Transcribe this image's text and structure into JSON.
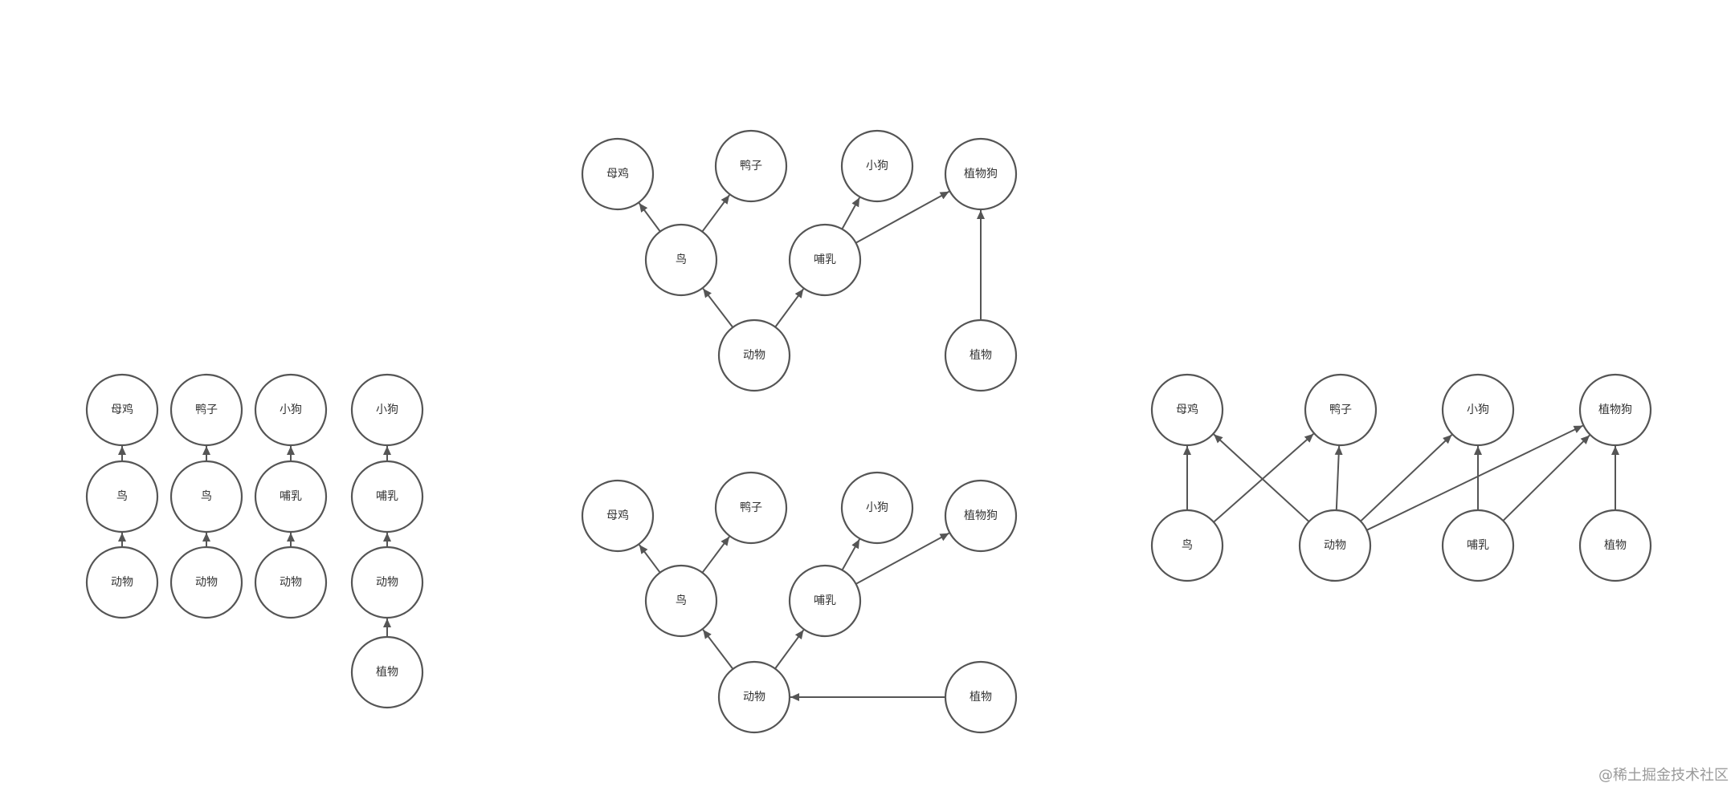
{
  "colors": {
    "stroke": "#555555",
    "label": "#333333",
    "background": "#ffffff",
    "watermark": "#9a9a9a"
  },
  "watermark": "@稀土掘金技术社区",
  "diagrams": [
    {
      "id": "left-chains",
      "nodes": [
        {
          "id": "a1",
          "label": "母鸡"
        },
        {
          "id": "a2",
          "label": "鸟"
        },
        {
          "id": "a3",
          "label": "动物"
        },
        {
          "id": "b1",
          "label": "鸭子"
        },
        {
          "id": "b2",
          "label": "鸟"
        },
        {
          "id": "b3",
          "label": "动物"
        },
        {
          "id": "c1",
          "label": "小狗"
        },
        {
          "id": "c2",
          "label": "哺乳"
        },
        {
          "id": "c3",
          "label": "动物"
        },
        {
          "id": "d1",
          "label": "小狗"
        },
        {
          "id": "d2",
          "label": "哺乳"
        },
        {
          "id": "d3",
          "label": "动物"
        },
        {
          "id": "d4",
          "label": "植物"
        }
      ],
      "edges": [
        {
          "from": "a3",
          "to": "a2"
        },
        {
          "from": "a2",
          "to": "a1"
        },
        {
          "from": "b3",
          "to": "b2"
        },
        {
          "from": "b2",
          "to": "b1"
        },
        {
          "from": "c3",
          "to": "c2"
        },
        {
          "from": "c2",
          "to": "c1"
        },
        {
          "from": "d4",
          "to": "d3"
        },
        {
          "from": "d3",
          "to": "d2"
        },
        {
          "from": "d2",
          "to": "d1"
        }
      ]
    },
    {
      "id": "middle-top",
      "nodes": [
        {
          "id": "t_hen",
          "label": "母鸡"
        },
        {
          "id": "t_duck",
          "label": "鸭子"
        },
        {
          "id": "t_puppy",
          "label": "小狗"
        },
        {
          "id": "t_plantdog",
          "label": "植物狗"
        },
        {
          "id": "t_bird",
          "label": "鸟"
        },
        {
          "id": "t_mammal",
          "label": "哺乳"
        },
        {
          "id": "t_animal",
          "label": "动物"
        },
        {
          "id": "t_plant",
          "label": "植物"
        }
      ],
      "edges": [
        {
          "from": "t_animal",
          "to": "t_bird"
        },
        {
          "from": "t_animal",
          "to": "t_mammal"
        },
        {
          "from": "t_bird",
          "to": "t_hen"
        },
        {
          "from": "t_bird",
          "to": "t_duck"
        },
        {
          "from": "t_mammal",
          "to": "t_puppy"
        },
        {
          "from": "t_mammal",
          "to": "t_plantdog"
        },
        {
          "from": "t_plant",
          "to": "t_plantdog"
        }
      ]
    },
    {
      "id": "middle-bottom",
      "nodes": [
        {
          "id": "m_hen",
          "label": "母鸡"
        },
        {
          "id": "m_duck",
          "label": "鸭子"
        },
        {
          "id": "m_puppy",
          "label": "小狗"
        },
        {
          "id": "m_plantdog",
          "label": "植物狗"
        },
        {
          "id": "m_bird",
          "label": "鸟"
        },
        {
          "id": "m_mammal",
          "label": "哺乳"
        },
        {
          "id": "m_animal",
          "label": "动物"
        },
        {
          "id": "m_plant",
          "label": "植物"
        }
      ],
      "edges": [
        {
          "from": "m_animal",
          "to": "m_bird"
        },
        {
          "from": "m_animal",
          "to": "m_mammal"
        },
        {
          "from": "m_bird",
          "to": "m_hen"
        },
        {
          "from": "m_bird",
          "to": "m_duck"
        },
        {
          "from": "m_mammal",
          "to": "m_puppy"
        },
        {
          "from": "m_mammal",
          "to": "m_plantdog"
        },
        {
          "from": "m_plant",
          "to": "m_animal"
        }
      ]
    },
    {
      "id": "right-flat",
      "nodes": [
        {
          "id": "r_hen",
          "label": "母鸡"
        },
        {
          "id": "r_duck",
          "label": "鸭子"
        },
        {
          "id": "r_puppy",
          "label": "小狗"
        },
        {
          "id": "r_plantdog",
          "label": "植物狗"
        },
        {
          "id": "r_bird",
          "label": "鸟"
        },
        {
          "id": "r_animal",
          "label": "动物"
        },
        {
          "id": "r_mammal",
          "label": "哺乳"
        },
        {
          "id": "r_plant",
          "label": "植物"
        }
      ],
      "edges": [
        {
          "from": "r_bird",
          "to": "r_hen"
        },
        {
          "from": "r_bird",
          "to": "r_duck"
        },
        {
          "from": "r_animal",
          "to": "r_hen"
        },
        {
          "from": "r_animal",
          "to": "r_duck"
        },
        {
          "from": "r_animal",
          "to": "r_puppy"
        },
        {
          "from": "r_animal",
          "to": "r_plantdog"
        },
        {
          "from": "r_mammal",
          "to": "r_puppy"
        },
        {
          "from": "r_mammal",
          "to": "r_plantdog"
        },
        {
          "from": "r_plant",
          "to": "r_plantdog"
        }
      ]
    }
  ]
}
